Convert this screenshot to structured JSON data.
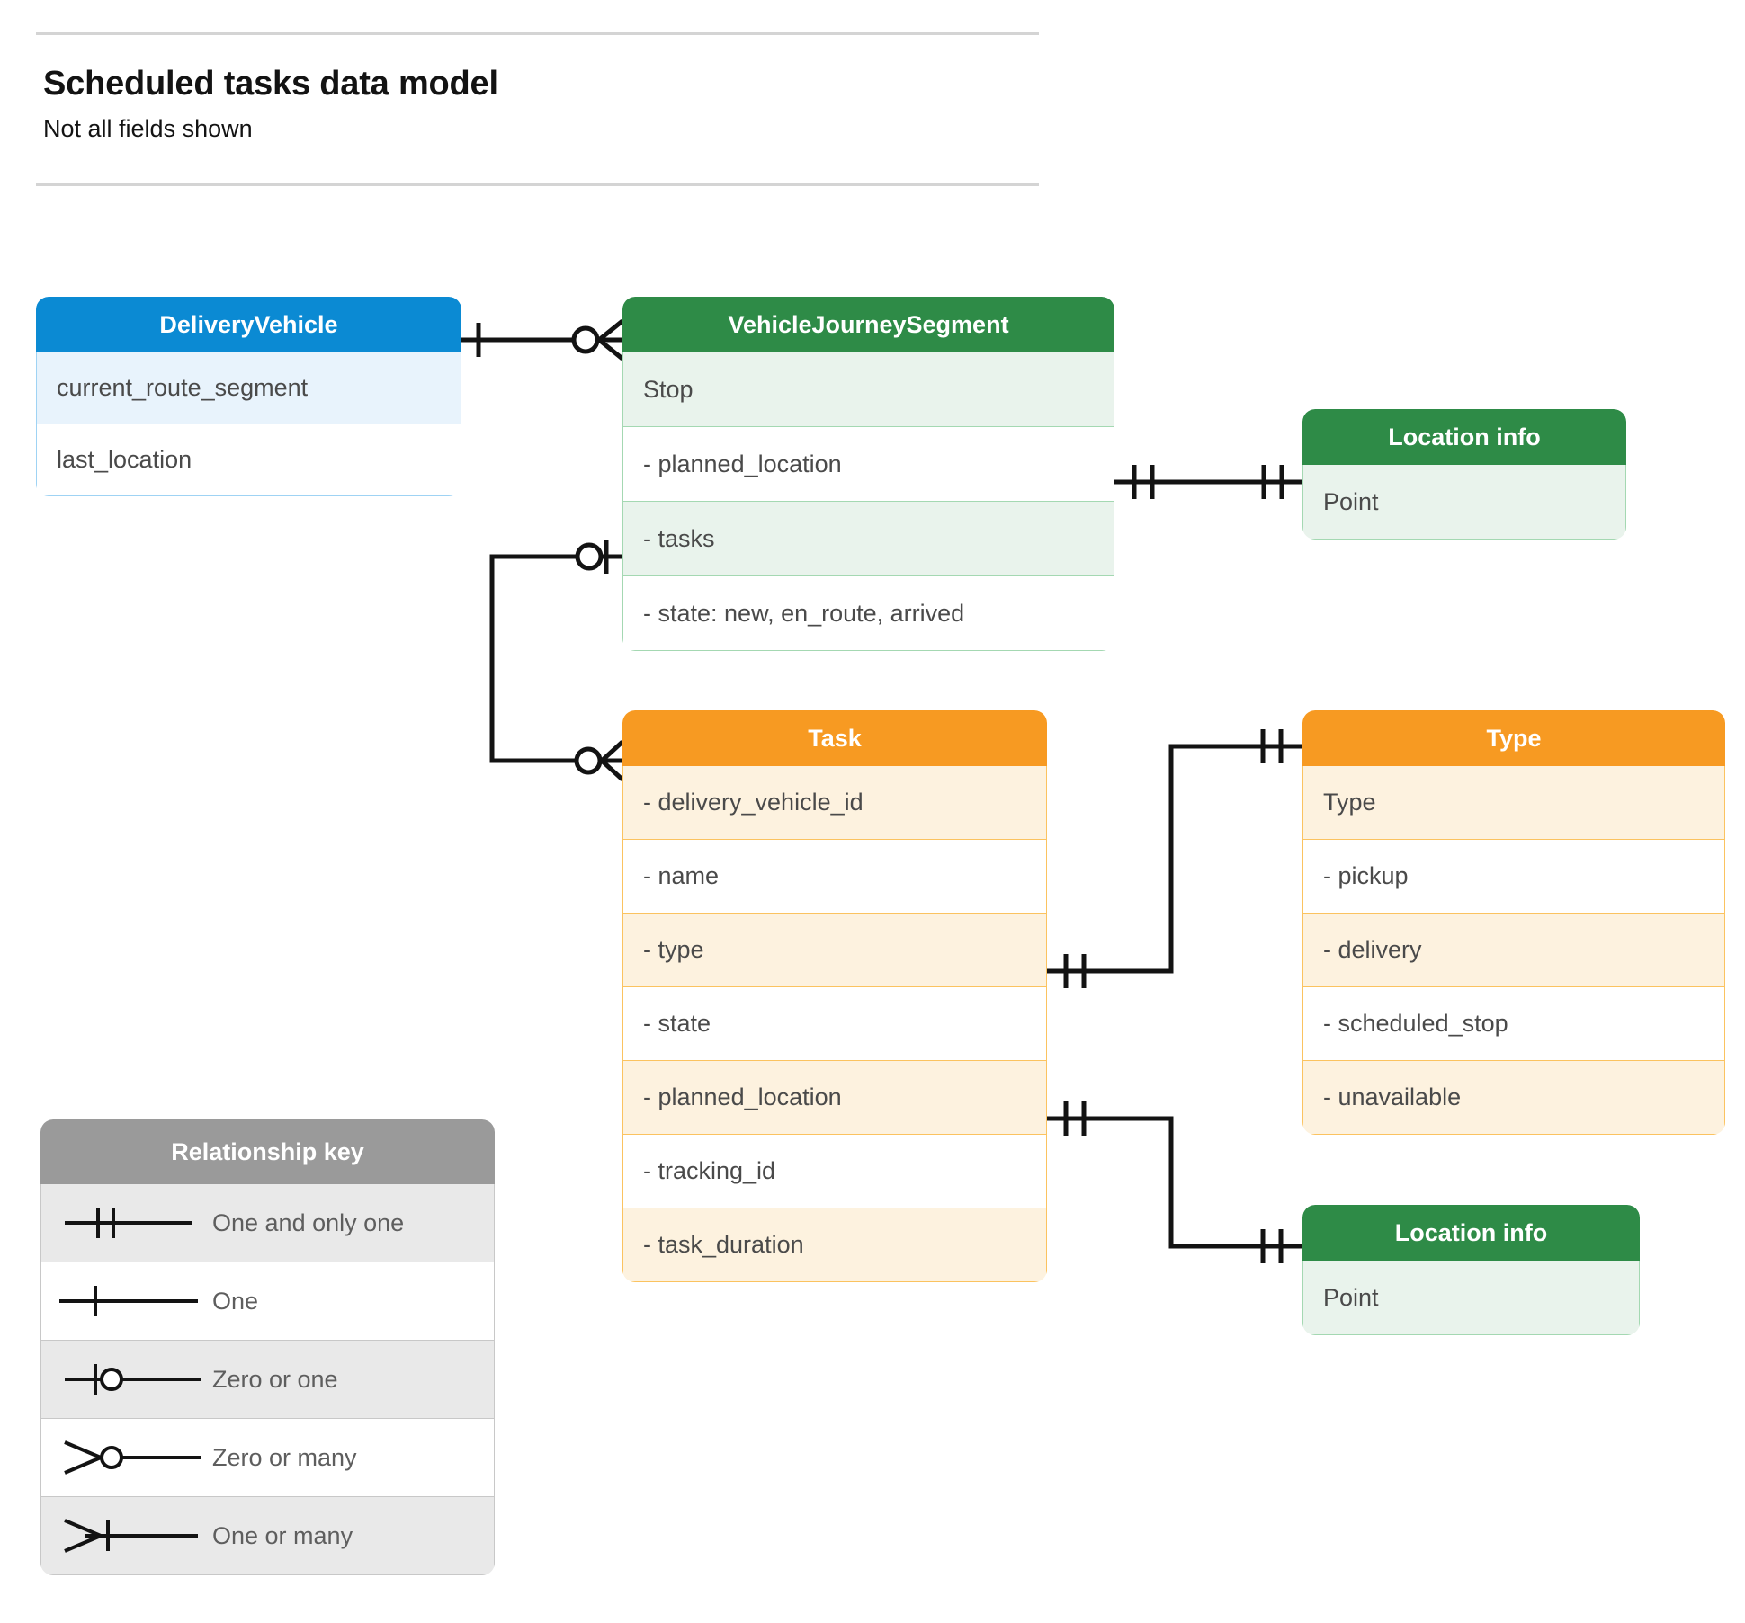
{
  "header": {
    "title": "Scheduled tasks data model",
    "subtitle": "Not all fields shown"
  },
  "entities": {
    "delivery_vehicle": {
      "name": "DeliveryVehicle",
      "color": "#0b8ad3",
      "rows": [
        "current_route_segment",
        "last_location"
      ]
    },
    "vehicle_journey_segment": {
      "name": "VehicleJourneySegment",
      "color": "#2e8b47",
      "rows": [
        "Stop",
        "-  planned_location",
        "- tasks",
        "- state: new, en_route, arrived"
      ]
    },
    "location_info_top": {
      "name": "Location info",
      "color": "#2e8b47",
      "rows": [
        "Point"
      ]
    },
    "task": {
      "name": "Task",
      "color": "#f79a22",
      "rows": [
        "- delivery_vehicle_id",
        "- name",
        "- type",
        "- state",
        "- planned_location",
        "- tracking_id",
        "- task_duration"
      ]
    },
    "type": {
      "name": "Type",
      "color": "#f79a22",
      "rows": [
        "Type",
        "-   pickup",
        "-   delivery",
        "-   scheduled_stop",
        "-   unavailable"
      ]
    },
    "location_info_bottom": {
      "name": "Location info",
      "color": "#2e8b47",
      "rows": [
        "Point"
      ]
    }
  },
  "legend": {
    "title": "Relationship key",
    "items": [
      {
        "symbol": "one-and-only-one-icon",
        "label": "One and only one"
      },
      {
        "symbol": "one-icon",
        "label": "One"
      },
      {
        "symbol": "zero-or-one-icon",
        "label": "Zero or one"
      },
      {
        "symbol": "zero-or-many-icon",
        "label": "Zero or many"
      },
      {
        "symbol": "one-or-many-icon",
        "label": "One or many"
      }
    ]
  },
  "relationships": [
    {
      "from": "DeliveryVehicle",
      "from_cardinality": "One",
      "to": "VehicleJourneySegment",
      "to_cardinality": "Zero or many"
    },
    {
      "from": "VehicleJourneySegment.planned_location",
      "from_cardinality": "One and only one",
      "to": "Location info",
      "to_cardinality": "One and only one"
    },
    {
      "from": "VehicleJourneySegment.tasks",
      "from_cardinality": "Zero or one",
      "to": "Task",
      "to_cardinality": "Zero or many"
    },
    {
      "from": "Task.type",
      "from_cardinality": "One and only one",
      "to": "Type",
      "to_cardinality": "One and only one"
    },
    {
      "from": "Task.planned_location",
      "from_cardinality": "One and only one",
      "to": "Location info",
      "to_cardinality": "One and only one"
    }
  ],
  "colors": {
    "blue": "#0b8ad3",
    "green": "#2e8b47",
    "orange": "#f79a22",
    "gray": "#9a9a9a",
    "line": "#131313"
  }
}
